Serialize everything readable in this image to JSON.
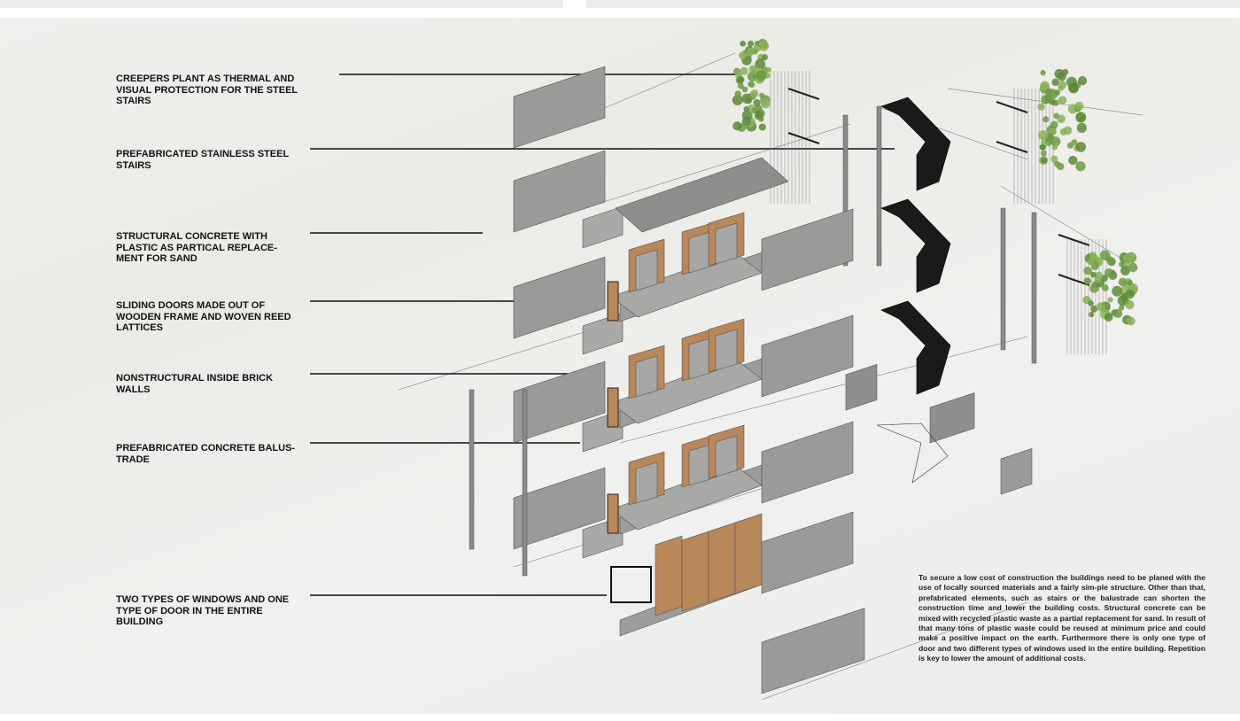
{
  "labels": [
    "CREEPERS PLANT AS THERMAL AND VISUAL PROTECTION FOR THE STEEL STAIRS",
    "PREFABRICATED STAINLESS STEEL STAIRS",
    "STRUCTURAL CONCRETE WITH PLASTIC AS PARTICAL REPLACE- MENT FOR SAND",
    "SLIDING DOORS MADE OUT OF WOODEN FRAME AND WOVEN REED LATTICES",
    "NONSTRUCTURAL INSIDE BRICK WALLS",
    "PREFABRICATED CONCRETE BALUS- TRADE",
    "TWO TYPES OF WINDOWS AND ONE TYPE OF DOOR IN THE ENTIRE BUILDING"
  ],
  "description": "To secure a low cost of construction the buildings need to be planed with the use of locally sourced materials and a fairly sim-ple structure. Other than that, prefabricated elements, such as stairs or the balustrade can shorten the construction time and lower the building costs. Structural concrete can be mixed with recycled plastic waste as a partial replacement for sand. In result of that many tons of plastic waste could be reused at minimum price and could make a positive impact on the earth. Furthermore there is only one type of door and two different types of windows used in the entire building. Repetition is key to lower the amount of additional costs.",
  "colors": {
    "concrete": "#9a9a98",
    "concrete_dark": "#7d7d7b",
    "wood": "#b8875a",
    "steel": "#1a1a1a",
    "plant": "#6f9a45"
  }
}
